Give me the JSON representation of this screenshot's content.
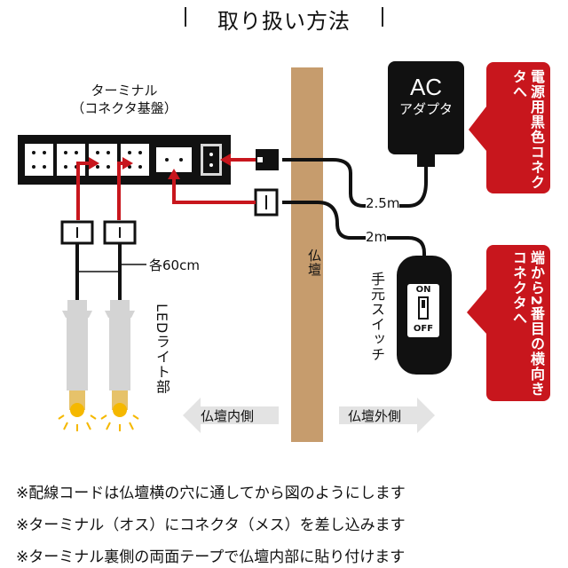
{
  "title": "取り扱い方法",
  "terminal": {
    "label_line1": "ターミナル",
    "label_line2": "（コネクタ基盤）"
  },
  "adapter": {
    "label": "AC",
    "sublabel": "アダプタ"
  },
  "callouts": {
    "adapter": "電源用黒色コネクタへ",
    "switch": "端から2番目の横向きコネクタへ"
  },
  "cables": {
    "adapter_length": "2.5m",
    "switch_length": "2m",
    "led_length": "各60cm"
  },
  "wall": {
    "label": "仏壇"
  },
  "switch": {
    "label": "手元スイッチ",
    "on": "ON",
    "off": "OFF"
  },
  "led": {
    "label": "LEDライト部"
  },
  "directions": {
    "inside": "仏壇内側",
    "outside": "仏壇外側"
  },
  "notes": [
    "※配線コードは仏壇横の穴に通してから図のようにします",
    "※ターミナル（オス）にコネクタ（メス）を差し込みます",
    "※ターミナル裏側の両面テープで仏壇内部に貼り付けます"
  ],
  "colors": {
    "accent_red": "#c8161d",
    "wall_brown": "#c69c6d",
    "arrow_gray": "#e3e3e3",
    "led_glow": "#f5b800"
  }
}
